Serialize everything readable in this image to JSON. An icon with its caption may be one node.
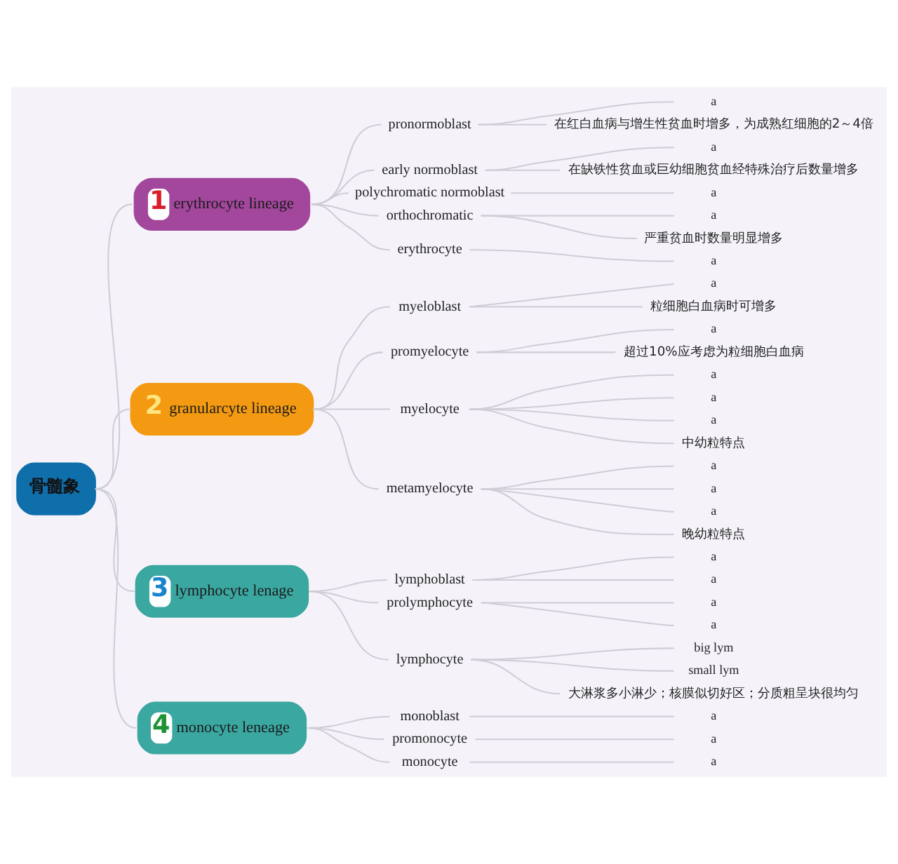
{
  "diagram": {
    "nodes": [
      {
        "text": [
          "骨髓象"
        ]
      },
      {
        "text": [
          "1",
          "erythrocyte lineage"
        ]
      },
      {
        "text": [
          "pronormoblast"
        ]
      },
      {
        "text": [
          "a"
        ]
      },
      {
        "text": [
          "在红白血病与增生性贫血时增多，为成熟红细胞的2～4倍"
        ]
      },
      {
        "text": [
          "early normoblast"
        ]
      },
      {
        "text": [
          "a"
        ]
      },
      {
        "text": [
          "在缺铁性贫血或巨幼细胞贫血经特殊治疗后数量增多"
        ]
      },
      {
        "text": [
          "polychromatic normoblast"
        ]
      },
      {
        "text": [
          "a"
        ]
      },
      {
        "text": [
          "orthochromatic"
        ]
      },
      {
        "text": [
          "a"
        ]
      },
      {
        "text": [
          "严重贫血时数量明显增多"
        ]
      },
      {
        "text": [
          "erythrocyte"
        ]
      },
      {
        "text": [
          "a"
        ]
      },
      {
        "text": [
          "2",
          "granularcyte lineage"
        ]
      },
      {
        "text": [
          "myeloblast"
        ]
      },
      {
        "text": [
          "a"
        ]
      },
      {
        "text": [
          "粒细胞白血病时可增多"
        ]
      },
      {
        "text": [
          "promyelocyte"
        ]
      },
      {
        "text": [
          "a"
        ]
      },
      {
        "text": [
          "超过10%应考虑为粒细胞白血病"
        ]
      },
      {
        "text": [
          "myelocyte"
        ]
      },
      {
        "text": [
          "a"
        ]
      },
      {
        "text": [
          "a"
        ]
      },
      {
        "text": [
          "a"
        ]
      },
      {
        "text": [
          "中幼粒特点"
        ]
      },
      {
        "text": [
          "metamyelocyte"
        ]
      },
      {
        "text": [
          "a"
        ]
      },
      {
        "text": [
          "a"
        ]
      },
      {
        "text": [
          "a"
        ]
      },
      {
        "text": [
          "晚幼粒特点"
        ]
      },
      {
        "text": [
          "3",
          "lymphocyte lenage"
        ]
      },
      {
        "text": [
          "lymphoblast"
        ]
      },
      {
        "text": [
          "a"
        ]
      },
      {
        "text": [
          "a"
        ]
      },
      {
        "text": [
          "prolymphocyte"
        ]
      },
      {
        "text": [
          "a"
        ]
      },
      {
        "text": [
          "a"
        ]
      },
      {
        "text": [
          "lymphocyte"
        ]
      },
      {
        "text": [
          "big lym"
        ]
      },
      {
        "text": [
          "small lym"
        ]
      },
      {
        "text": [
          "大淋浆多小淋少；核膜似切好区；分质粗呈块很均匀"
        ]
      },
      {
        "text": [
          "4",
          "monocyte leneage"
        ]
      },
      {
        "text": [
          "monoblast"
        ]
      },
      {
        "text": [
          "a"
        ]
      },
      {
        "text": [
          "promonocyte"
        ]
      },
      {
        "text": [
          "a"
        ]
      },
      {
        "text": [
          "monocyte"
        ]
      },
      {
        "text": [
          "a"
        ]
      }
    ],
    "edges": [
      {
        "from": 0,
        "to": 1,
        "arrow": "none"
      },
      {
        "from": 1,
        "to": 2,
        "arrow": "none"
      },
      {
        "from": 2,
        "to": 3,
        "arrow": "none"
      },
      {
        "from": 2,
        "to": 4,
        "arrow": "none"
      },
      {
        "from": 1,
        "to": 5,
        "arrow": "none"
      },
      {
        "from": 5,
        "to": 6,
        "arrow": "none"
      },
      {
        "from": 5,
        "to": 7,
        "arrow": "none"
      },
      {
        "from": 1,
        "to": 8,
        "arrow": "none"
      },
      {
        "from": 8,
        "to": 9,
        "arrow": "none"
      },
      {
        "from": 1,
        "to": 10,
        "arrow": "none"
      },
      {
        "from": 10,
        "to": 11,
        "arrow": "none"
      },
      {
        "from": 10,
        "to": 12,
        "arrow": "none"
      },
      {
        "from": 1,
        "to": 13,
        "arrow": "none"
      },
      {
        "from": 13,
        "to": 14,
        "arrow": "none"
      },
      {
        "from": 0,
        "to": 15,
        "arrow": "none"
      },
      {
        "from": 15,
        "to": 16,
        "arrow": "none"
      },
      {
        "from": 16,
        "to": 17,
        "arrow": "none"
      },
      {
        "from": 16,
        "to": 18,
        "arrow": "none"
      },
      {
        "from": 15,
        "to": 19,
        "arrow": "none"
      },
      {
        "from": 19,
        "to": 20,
        "arrow": "none"
      },
      {
        "from": 19,
        "to": 21,
        "arrow": "none"
      },
      {
        "from": 15,
        "to": 22,
        "arrow": "none"
      },
      {
        "from": 22,
        "to": 23,
        "arrow": "none"
      },
      {
        "from": 22,
        "to": 24,
        "arrow": "none"
      },
      {
        "from": 22,
        "to": 25,
        "arrow": "none"
      },
      {
        "from": 22,
        "to": 26,
        "arrow": "none"
      },
      {
        "from": 15,
        "to": 27,
        "arrow": "none"
      },
      {
        "from": 27,
        "to": 28,
        "arrow": "none"
      },
      {
        "from": 27,
        "to": 29,
        "arrow": "none"
      },
      {
        "from": 27,
        "to": 30,
        "arrow": "none"
      },
      {
        "from": 27,
        "to": 31,
        "arrow": "none"
      },
      {
        "from": 0,
        "to": 32,
        "arrow": "none"
      },
      {
        "from": 32,
        "to": 33,
        "arrow": "none"
      },
      {
        "from": 33,
        "to": 34,
        "arrow": "none"
      },
      {
        "from": 33,
        "to": 35,
        "arrow": "none"
      },
      {
        "from": 32,
        "to": 36,
        "arrow": "none"
      },
      {
        "from": 36,
        "to": 37,
        "arrow": "none"
      },
      {
        "from": 36,
        "to": 38,
        "arrow": "none"
      },
      {
        "from": 32,
        "to": 39,
        "arrow": "none"
      },
      {
        "from": 39,
        "to": 40,
        "arrow": "none"
      },
      {
        "from": 39,
        "to": 41,
        "arrow": "none"
      },
      {
        "from": 39,
        "to": 42,
        "arrow": "none"
      },
      {
        "from": 0,
        "to": 43,
        "arrow": "none"
      },
      {
        "from": 43,
        "to": 44,
        "arrow": "none"
      },
      {
        "from": 44,
        "to": 45,
        "arrow": "none"
      },
      {
        "from": 43,
        "to": 46,
        "arrow": "none"
      },
      {
        "from": 46,
        "to": 47,
        "arrow": "none"
      },
      {
        "from": 43,
        "to": 48,
        "arrow": "none"
      },
      {
        "from": 48,
        "to": 49,
        "arrow": "none"
      }
    ]
  }
}
